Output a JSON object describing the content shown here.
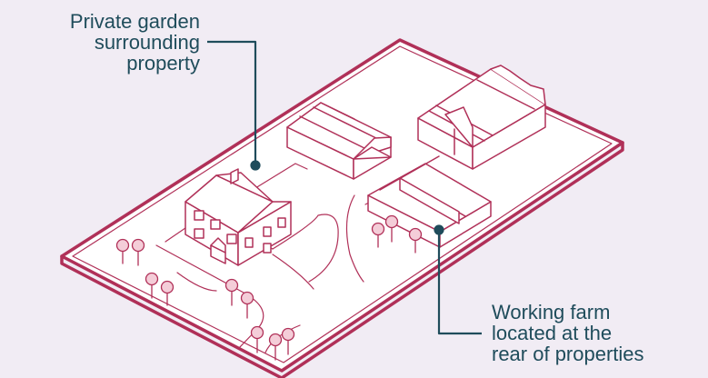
{
  "annotations": {
    "garden": {
      "lines": [
        "Private garden",
        "surrounding",
        "property"
      ]
    },
    "farm": {
      "lines": [
        "Working farm",
        "located at the",
        "rear of properties"
      ]
    }
  },
  "colors": {
    "background": "#f1ecf4",
    "outline": "#b03058",
    "tree_fill": "#f4cdd8",
    "callout": "#1f4c5b"
  },
  "icons": [
    "house-icon",
    "barn-icon",
    "tree-icon"
  ]
}
